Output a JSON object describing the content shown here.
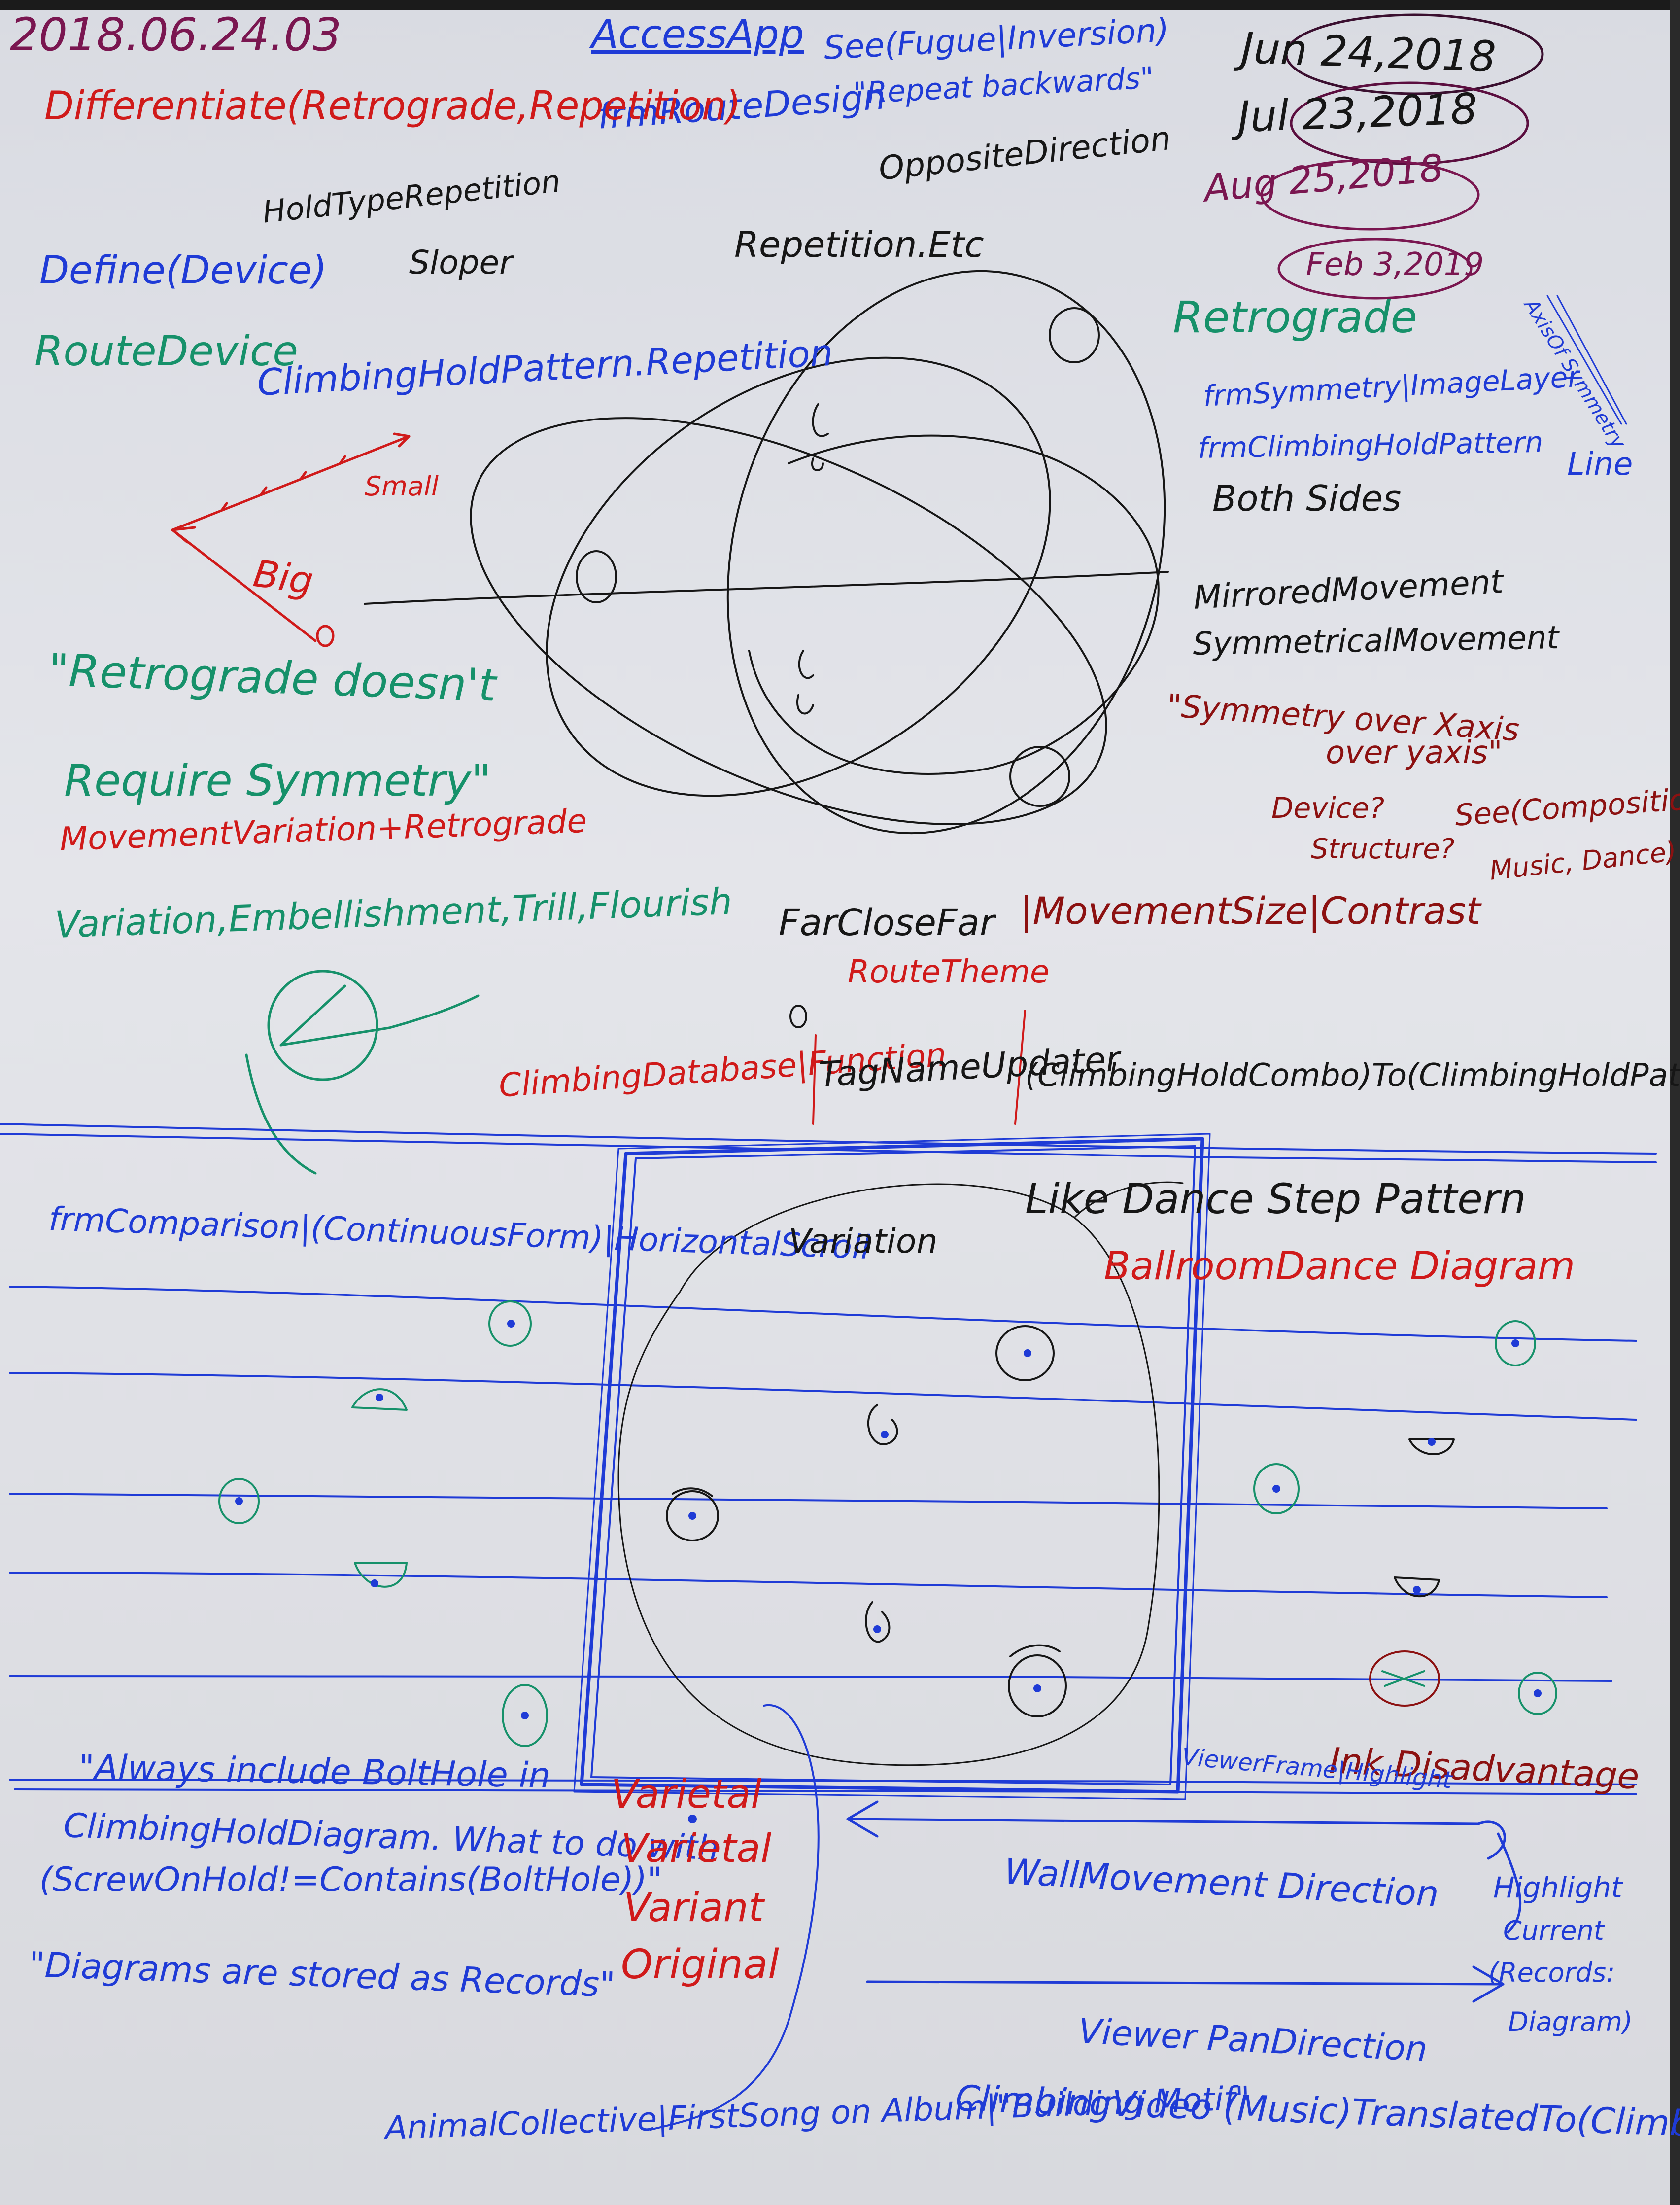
{
  "colors": {
    "paper": "#dfe0e5",
    "blue": "#1f3bd6",
    "red": "#d01a1a",
    "green": "#16916a",
    "black": "#161616",
    "purple": "#7a1650",
    "darkred": "#8c1111"
  },
  "header": {
    "date_code": "2018.06.24.03",
    "app_name": "AccessApp",
    "see_fugue": "See(Fugue|Inversion)",
    "repeat_backwards": "\"Repeat backwards\"",
    "frm_route_design": "frmRouteDesign",
    "differentiate": "Differentiate(Retrograde,Repetition)"
  },
  "dates": [
    "Jun 24,2018",
    "Jul 23,2018",
    "Aug 25,2018",
    "Feb 3,2019"
  ],
  "upper_left": {
    "define_device": "Define(Device)",
    "route_device": "RouteDevice",
    "hold_type": "HoldTypeRepetition",
    "sloper": "Sloper",
    "pattern": "ClimbingHoldPattern.Repetition",
    "small": "Small",
    "big": "Big"
  },
  "venn_labels": {
    "opposite": "OppositeDirection",
    "repetition": "Repetition.Etc",
    "retrograde": "Retrograde"
  },
  "upper_right": {
    "axis_symmetry": "AxisOf Symmetry",
    "frm_symmetry": "frmSymmetry|ImageLayer",
    "frm_pattern": "frmClimbingHoldPattern",
    "line": "Line",
    "both_sides": "Both Sides",
    "mirrored": "MirroredMovement",
    "symmetrical": "SymmetricalMovement",
    "symmetry_x": "\"Symmetry over Xaxis",
    "over_y": "over yaxis\"",
    "device_q": "Device?",
    "structure_q": "Structure?",
    "see_composition": "See(Composition",
    "music_dance": "Music, Dance)"
  },
  "left_notes": {
    "retro_quote": "\"Retrograde doesn't",
    "require_sym": "Require Symmetry\"",
    "movement_variation": "MovementVariation+Retrograde",
    "variation_list": "Variation,Embellishment,Trill,Flourish"
  },
  "middle": {
    "far_close_far": "FarCloseFar",
    "movement_size": "|MovementSize|Contrast",
    "route_theme": "RouteTheme",
    "db_function": "ClimbingDatabase|Function",
    "tag_name_updater": "TagNameUpdater",
    "combo_to_pattern": "(ClimbingHoldCombo)To(ClimbingHoldPattern)"
  },
  "staff_section": {
    "frm_comparison": "frmComparison|(ContinuousForm)|HorizontalScroll",
    "variation": "Variation",
    "like_dance": "Like Dance Step Pattern",
    "ballroom": "BallroomDance Diagram",
    "ink_disadvantage": "Ink Disadvantage",
    "viewer_frame": "ViewerFrame|Highlight"
  },
  "bottom": {
    "always_include_1": "\"Always include BoltHole in",
    "always_include_2": "ClimbingHoldDiagram. What to do with",
    "always_include_3": "(ScrewOnHold!=Contains(BoltHole))\"",
    "diagrams_records": "\"Diagrams are stored as Records\"",
    "varietal_1": "Varietal",
    "varietal_2": "Varietal",
    "variant": "Variant",
    "original": "Original",
    "wall_movement": "WallMovement Direction",
    "highlight_current": "Highlight",
    "current": "Current",
    "records_diagram_1": "(Records:",
    "records_diagram_2": "Diagram)",
    "viewer_pan": "Viewer PanDirection",
    "climbing_video": "ClimbingVideo (Music)TranslatedTo(Climbing)",
    "animal_collective": "AnimalCollective|FirstSong on Album|\"Building Motif\""
  }
}
